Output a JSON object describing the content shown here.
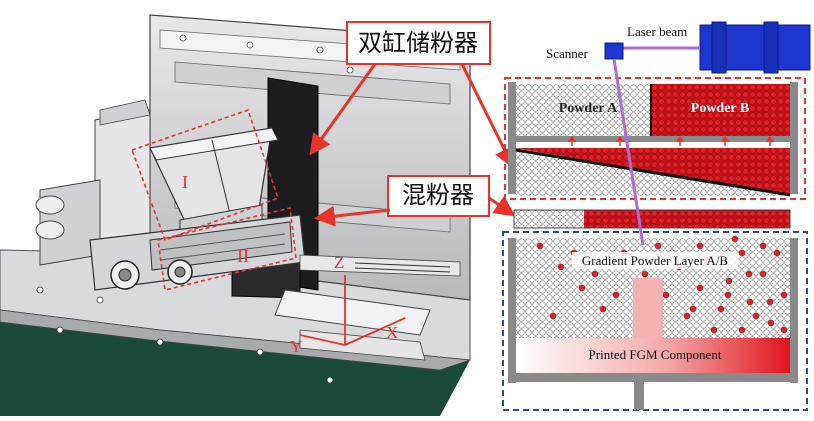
{
  "callouts": {
    "dual_cylinder": "双缸储粉器",
    "mixer": "混粉器"
  },
  "machine": {
    "label_region_1": "I",
    "label_region_2": "II",
    "axis_x": "X",
    "axis_y": "Y",
    "axis_z": "Z"
  },
  "schematic": {
    "laser_beam": "Laser beam",
    "scanner": "Scanner",
    "powder_a": "Powder A",
    "powder_b": "Powder B",
    "gradient_layer": "Gradient Powder Layer A/B",
    "printed_component": "Printed FGM Component"
  },
  "colors": {
    "callout_border": "#e8332b",
    "arrow": "#e8332b",
    "powder_red": "#d4141c",
    "laser_blue": "#1f37d1",
    "beam_purple": "#b06ad8",
    "dash_red": "#e8332b",
    "dash_blue": "#2a4a9a",
    "machine_green": "#1a4a3a"
  }
}
